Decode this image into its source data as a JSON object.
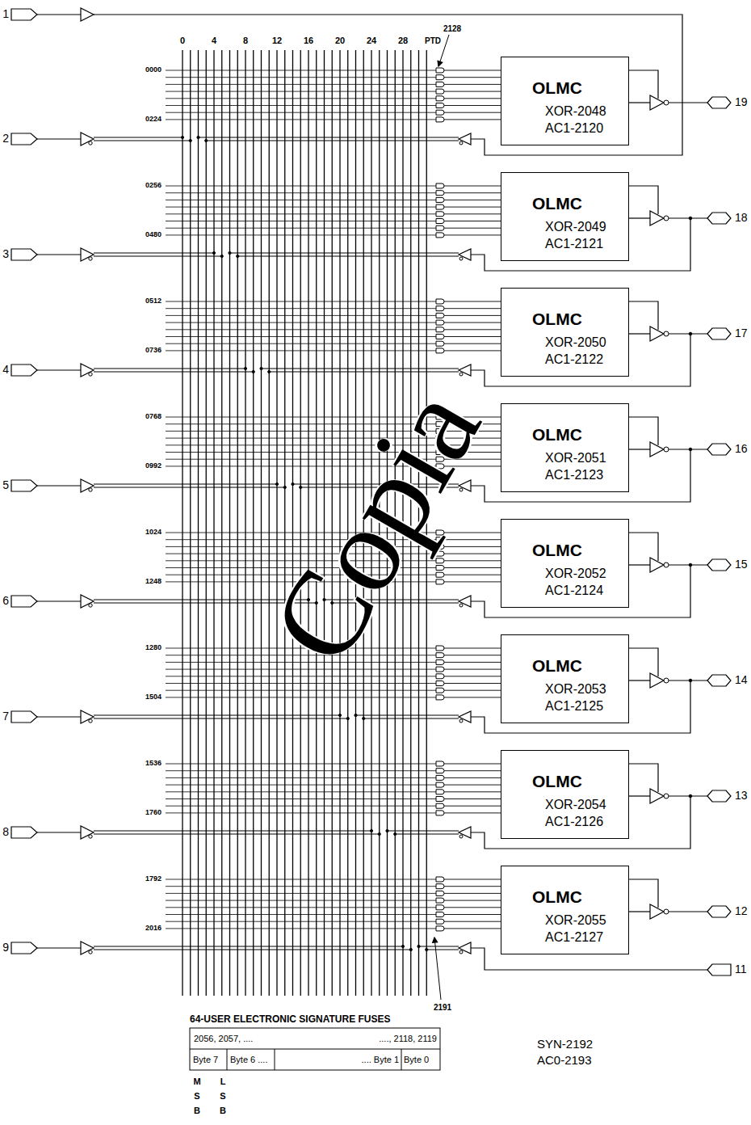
{
  "diagram": {
    "nodes": [
      {
        "text": [
          "OLMC",
          "XOR-2048",
          "AC1-2120"
        ]
      },
      {
        "text": [
          "OLMC",
          "XOR-2049",
          "AC1-2121"
        ]
      },
      {
        "text": [
          "OLMC",
          "XOR-2050",
          "AC1-2122"
        ]
      },
      {
        "text": [
          "OLMC",
          "XOR-2051",
          "AC1-2123"
        ]
      },
      {
        "text": [
          "OLMC",
          "XOR-2052",
          "AC1-2124"
        ]
      },
      {
        "text": [
          "OLMC",
          "XOR-2053",
          "AC1-2125"
        ]
      },
      {
        "text": [
          "OLMC",
          "XOR-2054",
          "AC1-2126"
        ]
      },
      {
        "text": [
          "OLMC",
          "XOR-2055",
          "AC1-2127"
        ]
      }
    ],
    "labels": [
      "1",
      "2",
      "3",
      "4",
      "5",
      "6",
      "7",
      "8",
      "9",
      "19",
      "18",
      "17",
      "16",
      "15",
      "14",
      "13",
      "12",
      "11",
      "0",
      "4",
      "8",
      "12",
      "16",
      "20",
      "24",
      "28",
      "PTD",
      "2128",
      "0000",
      "0224",
      "0256",
      "0480",
      "0512",
      "0736",
      "0768",
      "0992",
      "1024",
      "1248",
      "1280",
      "1504",
      "1536",
      "1760",
      "1792",
      "2016",
      "2191",
      "64-USER ELECTRONIC SIGNATURE FUSES",
      "2056, 2057, ....",
      "...., 2118, 2119",
      "Byte 7",
      "Byte 6 ....",
      ".... Byte 1",
      "Byte 0",
      "M",
      "S",
      "B",
      "L",
      "S",
      "B",
      "SYN-2192",
      "AC0-2193",
      "Copia"
    ]
  }
}
